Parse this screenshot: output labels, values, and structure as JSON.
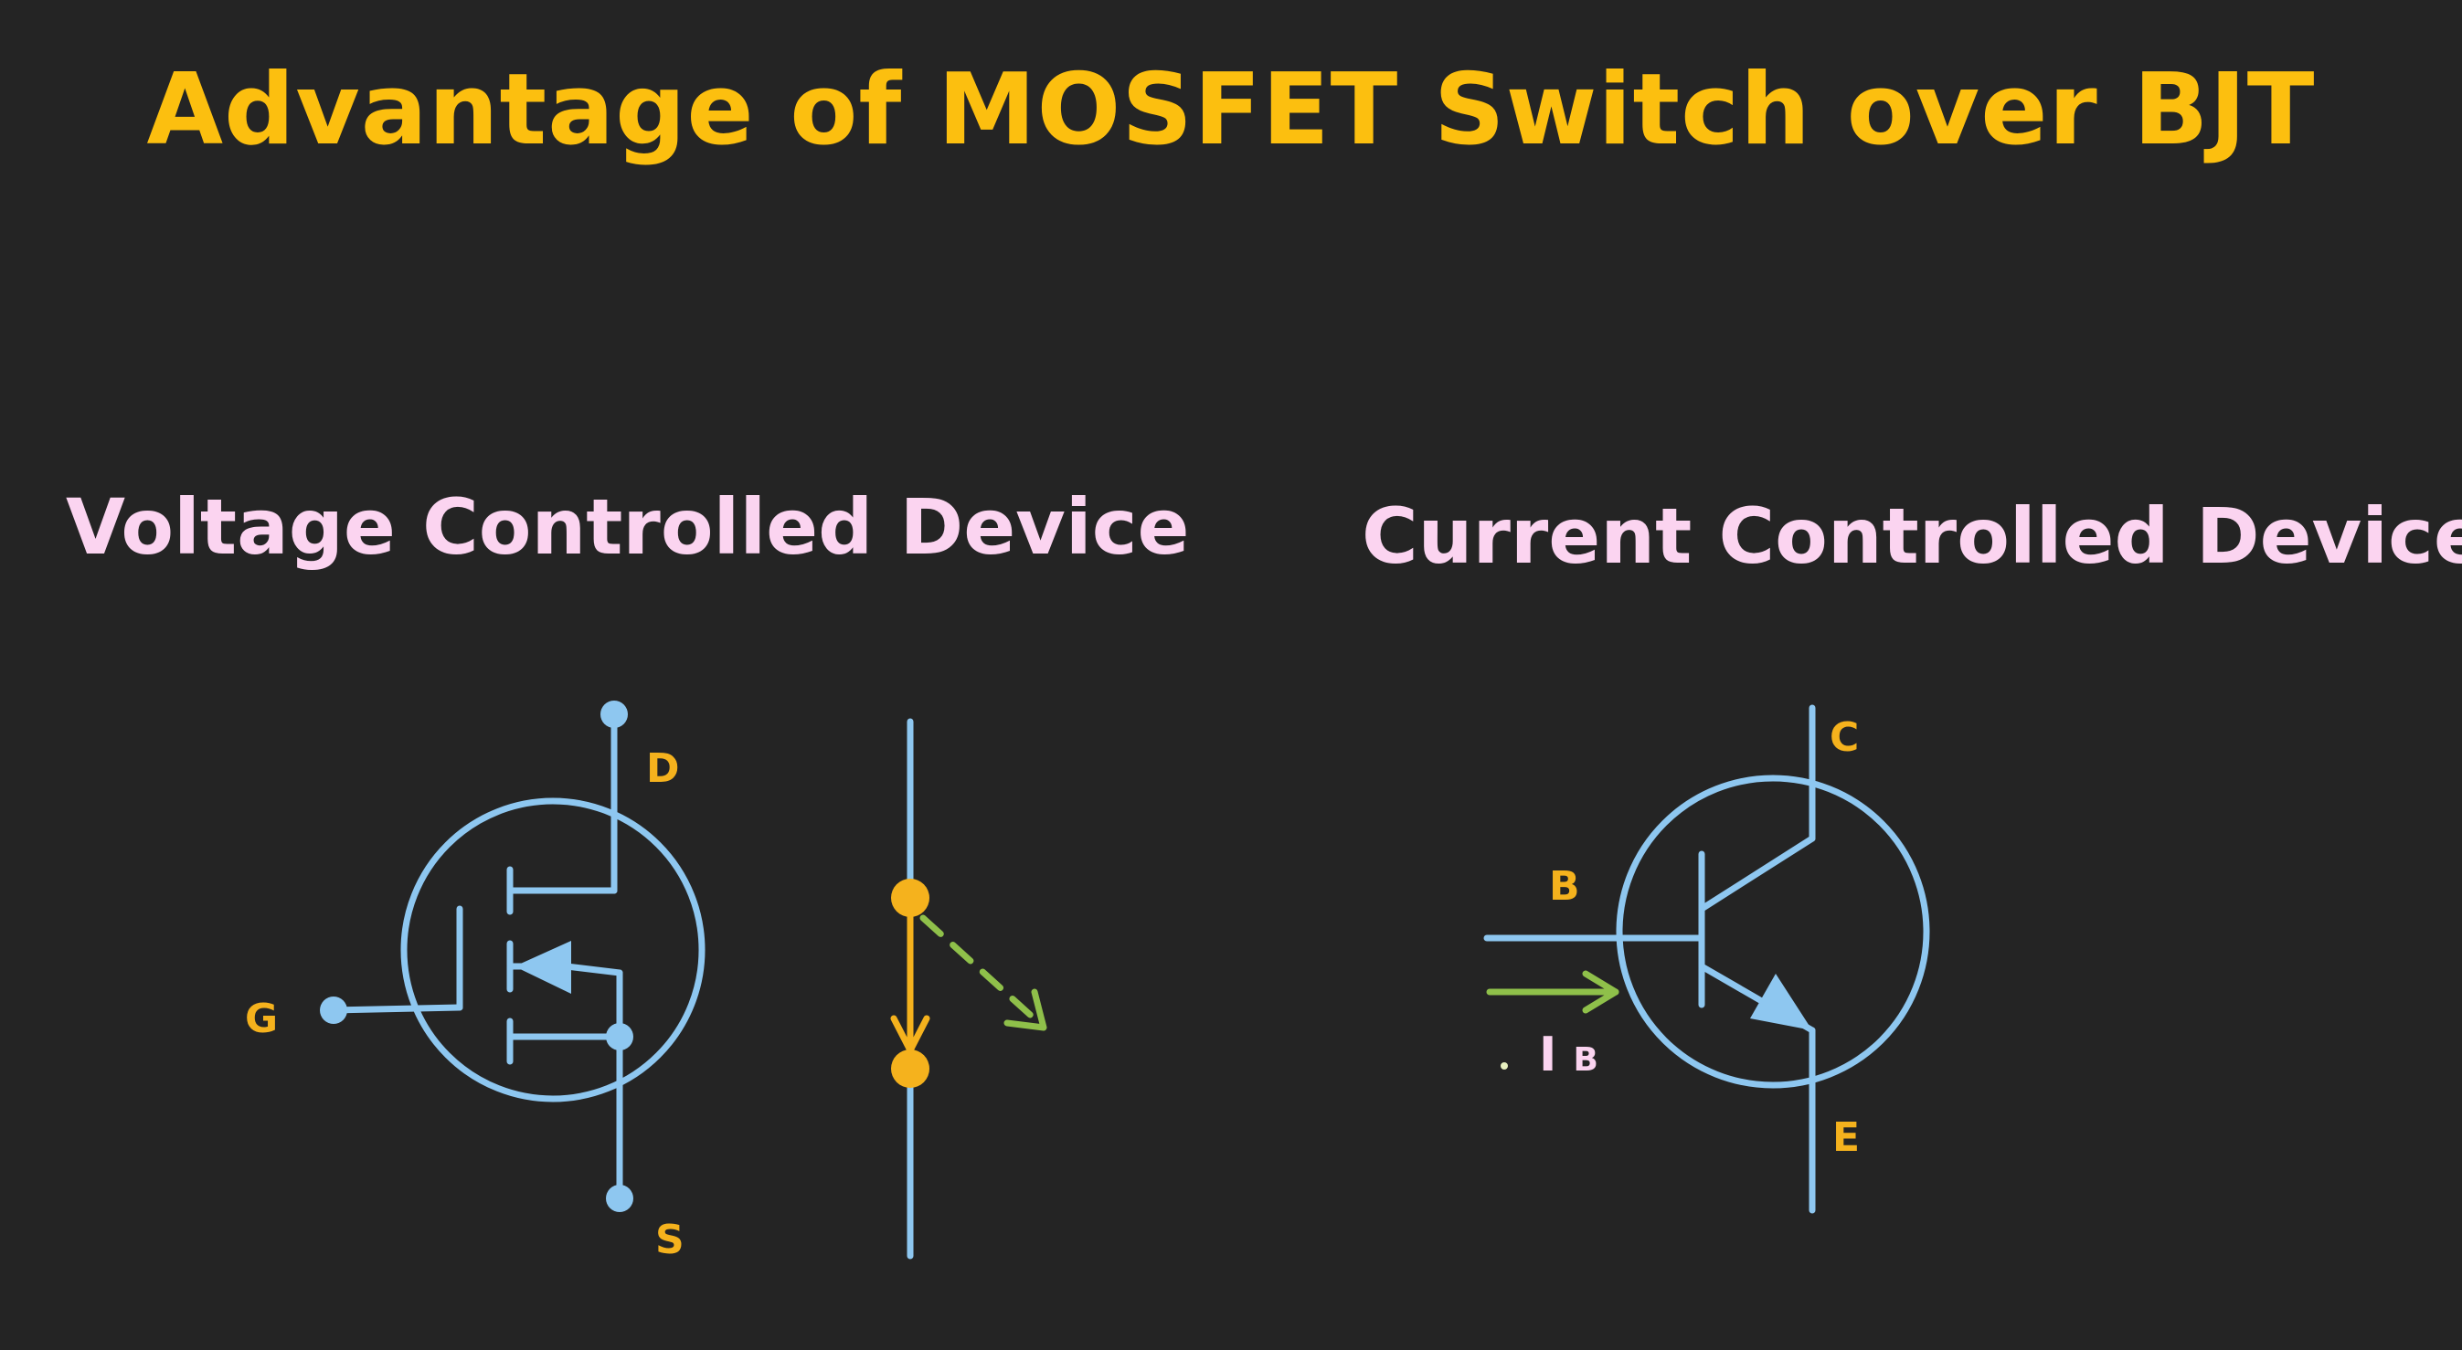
{
  "title": "Advantage of MOSFET Switch over BJT",
  "mosfet": {
    "heading": "Voltage Controlled Device",
    "labels": {
      "drain": "D",
      "gate": "G",
      "source": "S"
    }
  },
  "bjt": {
    "heading": "Current Controlled Device",
    "labels": {
      "collector": "C",
      "base": "B",
      "emitter": "E",
      "base_current": "I",
      "base_current_sub": "B"
    }
  },
  "colors": {
    "background": "#242424",
    "title": "#fcbf0f",
    "heading": "#fbd4f0",
    "circuit": "#8ec7f0",
    "terminal_label": "#f5b21d",
    "switch_node": "#f5b21d",
    "current_arrow": "#8fc04a"
  }
}
